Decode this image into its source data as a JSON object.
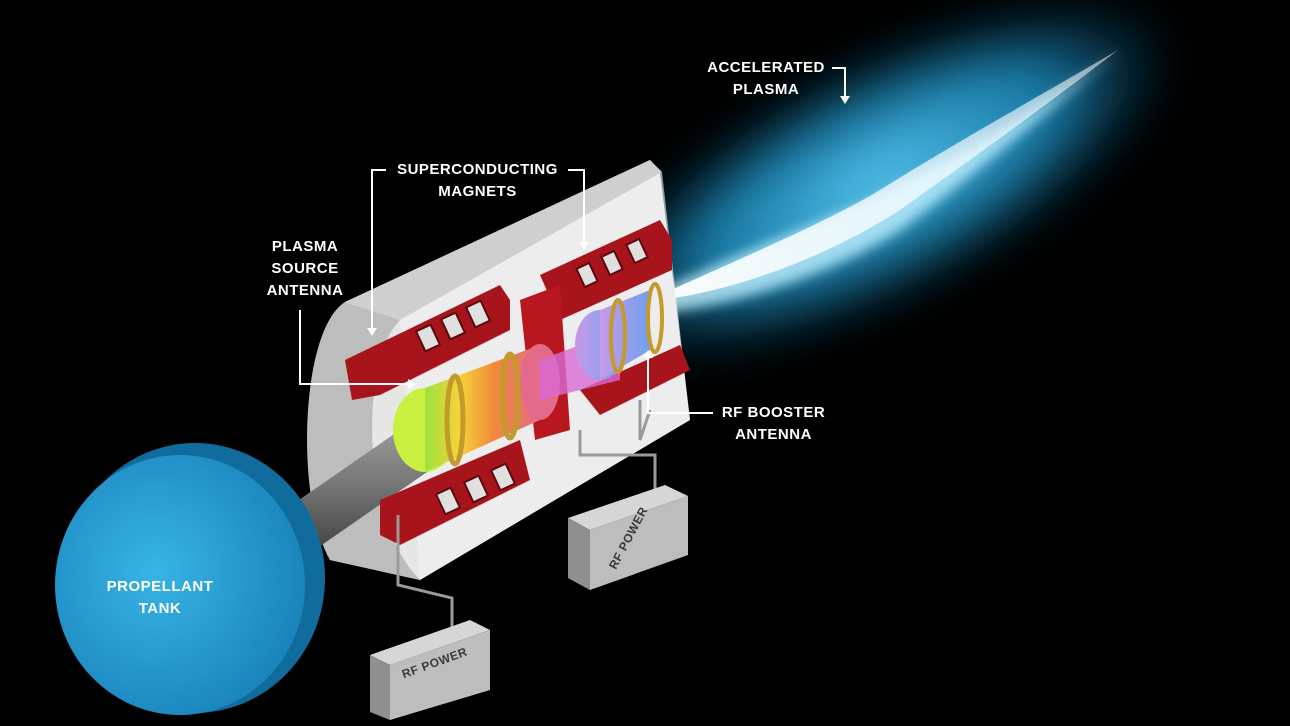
{
  "labels": {
    "accelerated_plasma": [
      "ACCELERATED",
      "PLASMA"
    ],
    "superconducting_magnets": [
      "SUPERCONDUCTING",
      "MAGNETS"
    ],
    "plasma_source_antenna": [
      "PLASMA",
      "SOURCE",
      "ANTENNA"
    ],
    "rf_booster_antenna": [
      "RF BOOSTER",
      "ANTENNA"
    ],
    "propellant_tank": [
      "PROPELLANT",
      "TANK"
    ],
    "rf_power_1": "RF POWER",
    "rf_power_2": "RF POWER"
  },
  "colors": {
    "background": "#000000",
    "tank": "#2aa3d8",
    "plasma": "#3cc4f2",
    "magnet": "#a8141b",
    "housing": "#d8d8d8",
    "power_box": "#bdbdbd"
  }
}
